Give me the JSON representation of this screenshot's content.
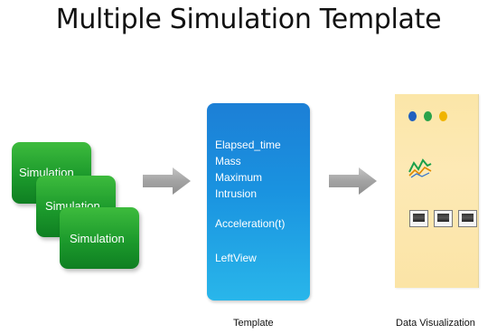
{
  "title": "Multiple Simulation Template",
  "simulations": [
    {
      "label": "Simulation"
    },
    {
      "label": "Simulation"
    },
    {
      "label": "Simulation"
    }
  ],
  "template": {
    "lines": [
      "Elapsed_time",
      "Mass",
      "Maximum",
      "Intrusion",
      "Acceleration(t)",
      "LeftView"
    ],
    "caption": "Template"
  },
  "visualization": {
    "caption": "Data Visualization",
    "window_dot_colors": [
      "#1f5fbf",
      "#2aa24a",
      "#f0b400"
    ],
    "chart_icon": "line-chart-icon",
    "thumbnails": [
      "image-thumbnail-icon",
      "image-thumbnail-icon",
      "image-thumbnail-icon"
    ]
  },
  "colors": {
    "simulation_green": "#1c9a2c",
    "template_blue": "#1a93e0",
    "visualization_yellow": "#fde9b5",
    "arrow_gray": "#a9a9a9"
  }
}
